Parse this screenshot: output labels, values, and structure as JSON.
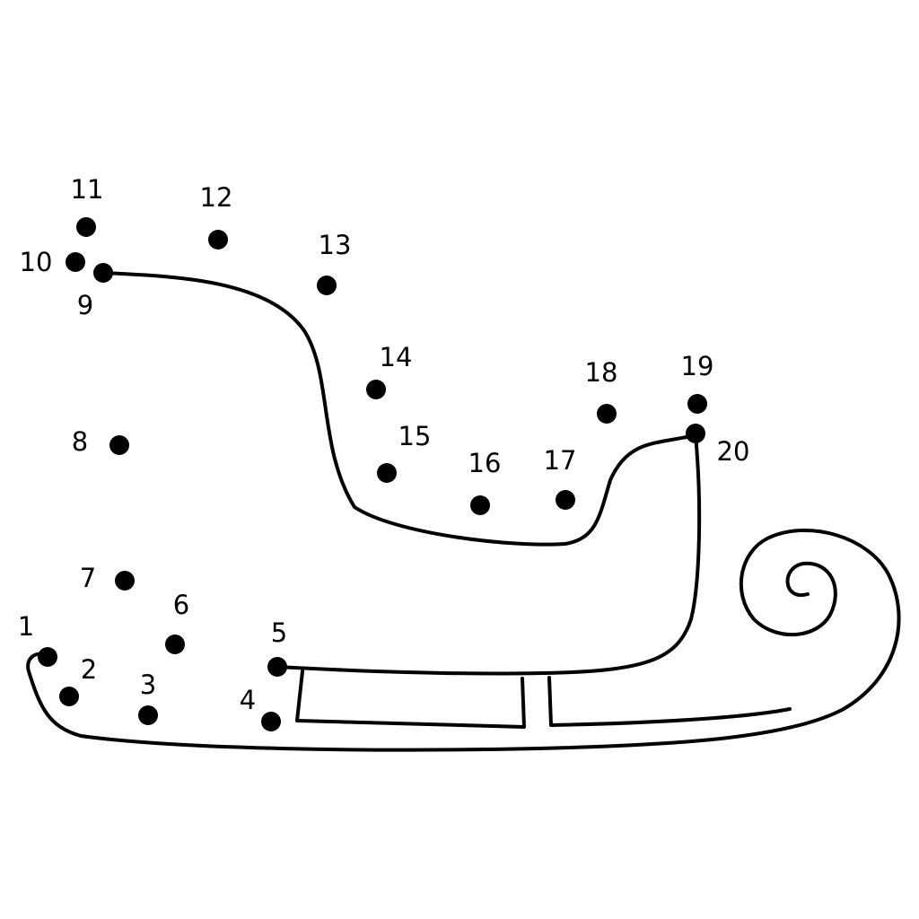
{
  "puzzle": {
    "ink_color": "#000000",
    "paper_color": "#ffffff",
    "dots": [
      {
        "label": "1"
      },
      {
        "label": "2"
      },
      {
        "label": "3"
      },
      {
        "label": "4"
      },
      {
        "label": "5"
      },
      {
        "label": "6"
      },
      {
        "label": "7"
      },
      {
        "label": "8"
      },
      {
        "label": "9"
      },
      {
        "label": "10"
      },
      {
        "label": "11"
      },
      {
        "label": "12"
      },
      {
        "label": "13"
      },
      {
        "label": "14"
      },
      {
        "label": "15"
      },
      {
        "label": "16"
      },
      {
        "label": "17"
      },
      {
        "label": "18"
      },
      {
        "label": "19"
      },
      {
        "label": "20"
      }
    ]
  }
}
